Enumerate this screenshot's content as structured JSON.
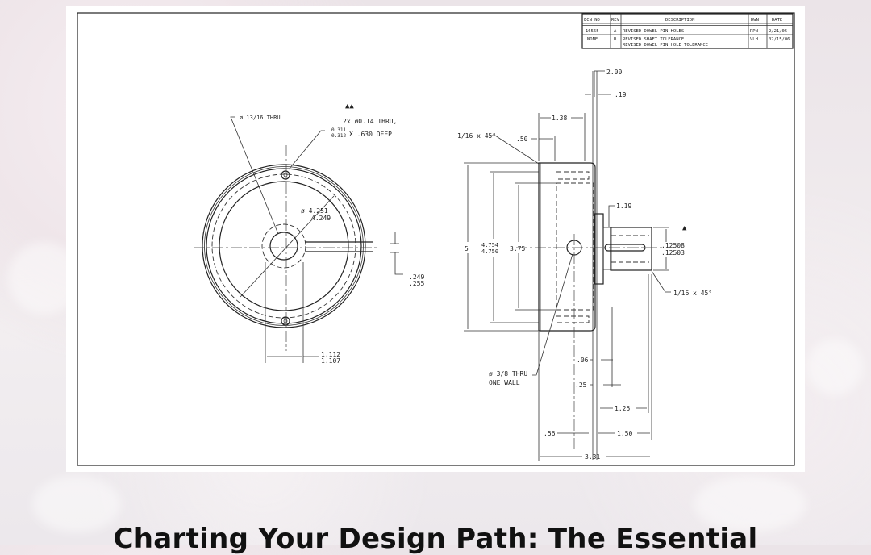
{
  "title_block": {
    "headers": [
      "ECN NO",
      "REV",
      "DESCRIPTION",
      "DWN",
      "DATE"
    ],
    "rows": [
      {
        "ecn": "16565",
        "rev": "A",
        "desc": "REVISED DOWEL PIN HOLES",
        "desc2": "",
        "dwn": "RPN",
        "date": "2/21/05"
      },
      {
        "ecn": "NONE",
        "rev": "B",
        "desc": "REVISED SHAFT TOLERANCE",
        "desc2": "REVISED DOWEL PIN HOLE TOLERANCE",
        "dwn": "VLH",
        "date": "02/15/06"
      }
    ]
  },
  "front_view": {
    "center_hole": "ø 13/16 THRU",
    "dowel_note_1": "2x ø0.14 THRU,",
    "dowel_note_2a": "0.311",
    "dowel_note_2b": "0.312",
    "dowel_note_2c": "X .630 DEEP",
    "dia_upper": "ø 4.251",
    "dia_lower": "4.249",
    "key_upper": ".249",
    "key_lower": ".255",
    "bottom_upper": "1.112",
    "bottom_lower": "1.107"
  },
  "side_view": {
    "d200": "2.00",
    "d019": ".19",
    "d138": "1.38",
    "d050": ".50",
    "chamfer_top": "1/16 x 45°",
    "d5": "5",
    "d4754": "4.754",
    "d4750": "4.750",
    "d375": "3.75",
    "d119": "1.19",
    "shaft_upper": ".12508",
    "shaft_lower": ".12503",
    "chamfer_shaft": "1/16 x 45°",
    "hole_note_1": "ø 3/8 THRU",
    "hole_note_2": "ONE WALL",
    "d006": ".06",
    "d025": ".25",
    "d125": "1.25",
    "d056": ".56",
    "d150": "1.50",
    "d331": "3.31"
  },
  "caption": "Charting Your Design Path: The Essential"
}
